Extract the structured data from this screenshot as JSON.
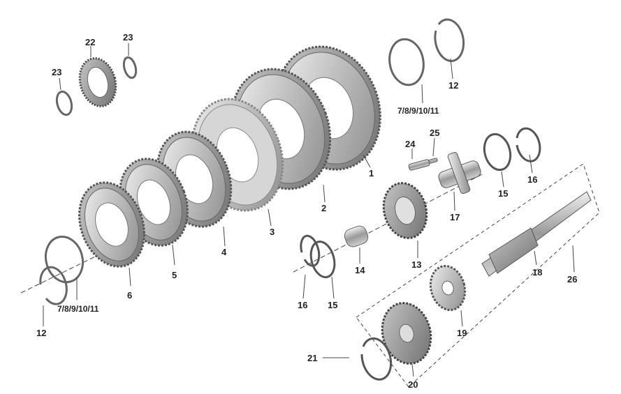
{
  "colors": {
    "metal_light": "#dcdcdc",
    "metal_mid": "#b4b4b4",
    "metal_dark": "#7a7a7a",
    "outline": "#555555",
    "label": "#222222"
  },
  "labels": {
    "p1": "1",
    "p2": "2",
    "p3": "3",
    "p4": "4",
    "p5": "5",
    "p6": "6",
    "p7_11_a": "7/8/9/10/11",
    "p7_11_b": "7/8/9/10/11",
    "p12_a": "12",
    "p12_b": "12",
    "p13": "13",
    "p14": "14",
    "p15_a": "15",
    "p15_b": "15",
    "p16_a": "16",
    "p16_b": "16",
    "p17": "17",
    "p18": "18",
    "p19": "19",
    "p20": "20",
    "p21": "21",
    "p22": "22",
    "p23_a": "23",
    "p23_b": "23",
    "p24": "24",
    "p25": "25",
    "p26": "26"
  }
}
